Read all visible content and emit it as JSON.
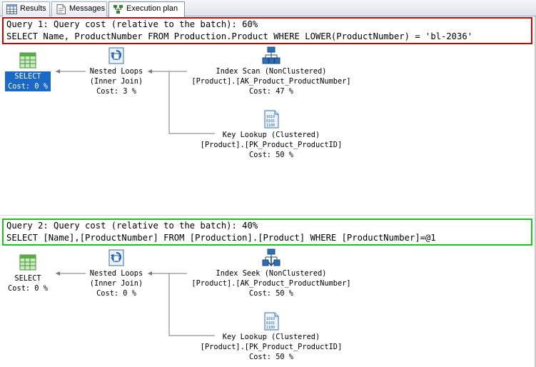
{
  "tabs": [
    {
      "label": "Results",
      "icon": "grid-icon"
    },
    {
      "label": "Messages",
      "icon": "messages-icon"
    },
    {
      "label": "Execution plan",
      "icon": "execution-plan-icon"
    }
  ],
  "queries": [
    {
      "header": "Query 1: Query cost (relative to the batch): 60%",
      "sql": "SELECT Name, ProductNumber FROM Production.Product WHERE LOWER(ProductNumber) = 'bl-2036'",
      "highlight_color": "#d40000",
      "operators": {
        "select": {
          "title": "SELECT",
          "cost": "Cost: 0 %",
          "selected": true
        },
        "nested_loops": {
          "title": "Nested Loops",
          "subtitle": "(Inner Join)",
          "cost": "Cost: 3 %"
        },
        "index_op": {
          "title": "Index Scan (NonClustered)",
          "object": "[Product].[AK_Product_ProductNumber]",
          "cost": "Cost: 47 %"
        },
        "key_lookup": {
          "title": "Key Lookup (Clustered)",
          "object": "[Product].[PK_Product_ProductID]",
          "cost": "Cost: 50 %"
        }
      }
    },
    {
      "header": "Query 2: Query cost (relative to the batch): 40%",
      "sql": "SELECT [Name],[ProductNumber] FROM [Production].[Product] WHERE [ProductNumber]=@1",
      "highlight_color": "#1cc41c",
      "operators": {
        "select": {
          "title": "SELECT",
          "cost": "Cost: 0 %",
          "selected": false
        },
        "nested_loops": {
          "title": "Nested Loops",
          "subtitle": "(Inner Join)",
          "cost": "Cost: 0 %"
        },
        "index_op": {
          "title": "Index Seek (NonClustered)",
          "object": "[Product].[AK_Product_ProductNumber]",
          "cost": "Cost: 50 %"
        },
        "key_lookup": {
          "title": "Key Lookup (Clustered)",
          "object": "[Product].[PK_Product_ProductID]",
          "cost": "Cost: 50 %"
        }
      }
    }
  ]
}
